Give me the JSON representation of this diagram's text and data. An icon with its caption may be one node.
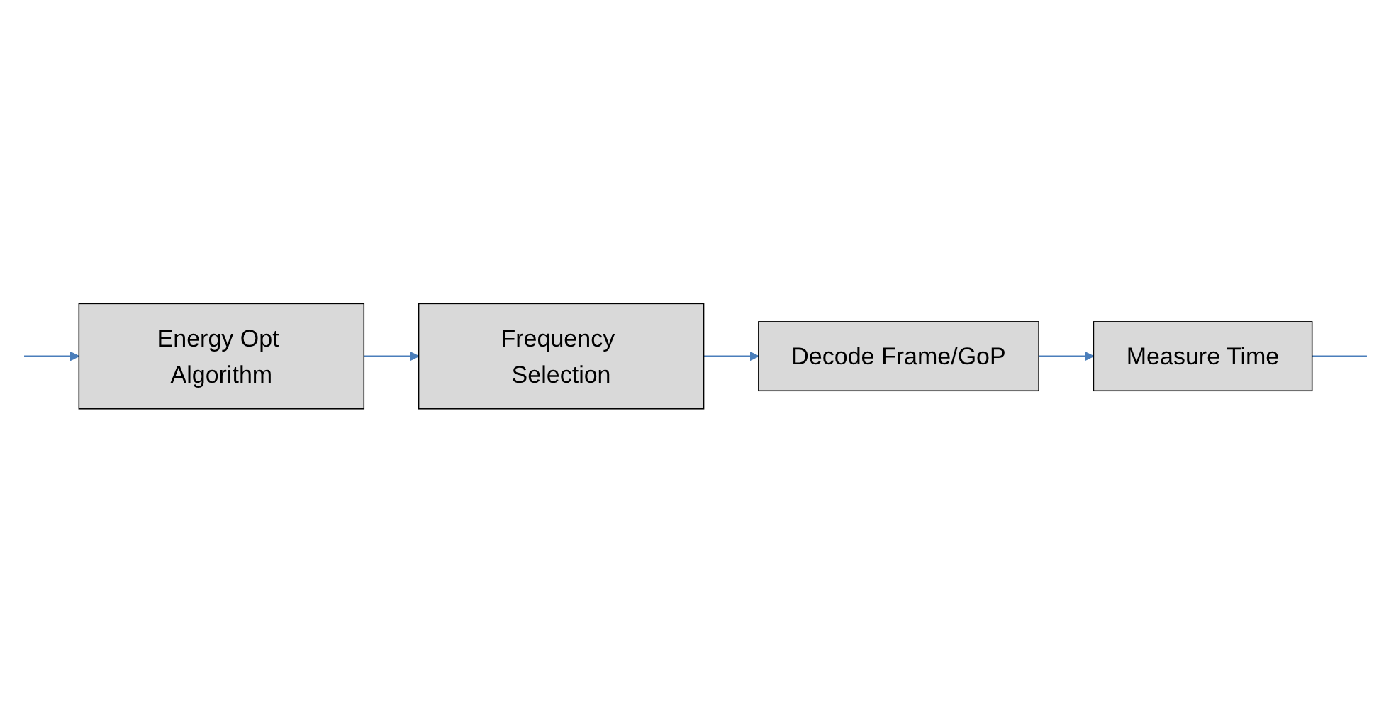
{
  "diagram": {
    "nodes": [
      {
        "text": [
          "Frequency Selection"
        ]
      },
      {
        "text": [
          "Energy Opt Algorithm"
        ]
      },
      {
        "text": [
          "Decode Frame/GoP"
        ]
      },
      {
        "text": [
          "Measure Time"
        ]
      }
    ],
    "edges": [
      {
        "from": 1,
        "to": 0,
        "arrow": "to"
      },
      {
        "from": 0,
        "to": 2,
        "arrow": "to"
      },
      {
        "from": 2,
        "to": 3,
        "arrow": "to"
      },
      {
        "from": 3,
        "to": null,
        "arrow": "none"
      },
      {
        "from": null,
        "to": 1,
        "arrow": "to"
      }
    ]
  }
}
